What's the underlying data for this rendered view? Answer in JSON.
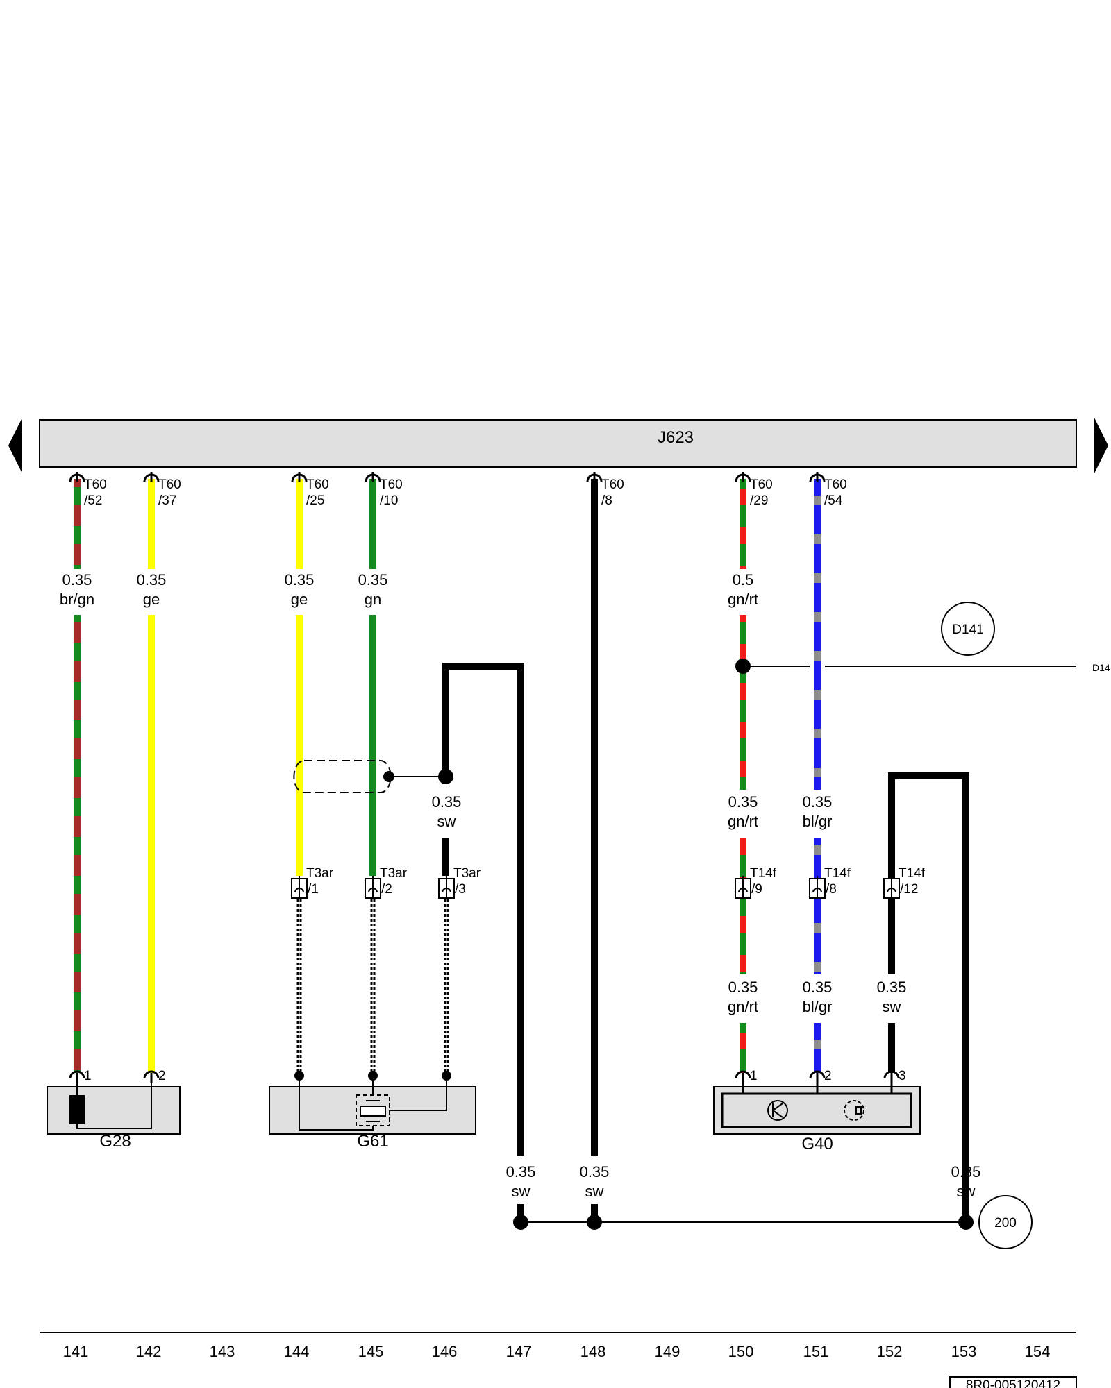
{
  "control_unit": {
    "name": "J623"
  },
  "components": {
    "g28": "G28",
    "g61": "G61",
    "g40": "G40"
  },
  "connector_pins": {
    "t60_52": [
      "T60",
      "/52"
    ],
    "t60_37": [
      "T60",
      "/37"
    ],
    "t60_25": [
      "T60",
      "/25"
    ],
    "t60_10": [
      "T60",
      "/10"
    ],
    "t60_8": [
      "T60",
      "/8"
    ],
    "t60_29": [
      "T60",
      "/29"
    ],
    "t60_54": [
      "T60",
      "/54"
    ],
    "t3ar_1": [
      "T3ar",
      "/1"
    ],
    "t3ar_2": [
      "T3ar",
      "/2"
    ],
    "t3ar_3": [
      "T3ar",
      "/3"
    ],
    "t14f_9": [
      "T14f",
      "/9"
    ],
    "t14f_8": [
      "T14f",
      "/8"
    ],
    "t14f_12": [
      "T14f",
      "/12"
    ]
  },
  "component_pins": {
    "g28_1": "1",
    "g28_2": "2",
    "g40_1": "1",
    "g40_2": "2",
    "g40_3": "3"
  },
  "wire_labels": {
    "w141_top": [
      "0.35",
      "br/gn"
    ],
    "w142_top": [
      "0.35",
      "ge"
    ],
    "w144_top": [
      "0.35",
      "ge"
    ],
    "w145_top": [
      "0.35",
      "gn"
    ],
    "w150_top": [
      "0.5",
      "gn/rt"
    ],
    "w146_mid": [
      "0.35",
      "sw"
    ],
    "w150_mid": [
      "0.35",
      "gn/rt"
    ],
    "w151_mid": [
      "0.35",
      "bl/gr"
    ],
    "w150_low": [
      "0.35",
      "gn/rt"
    ],
    "w151_low": [
      "0.35",
      "bl/gr"
    ],
    "w152_low": [
      "0.35",
      "sw"
    ],
    "w147_bot": [
      "0.35",
      "sw"
    ],
    "w148_bot": [
      "0.35",
      "sw"
    ],
    "w153_bot": [
      "0.35",
      "sw"
    ]
  },
  "references": {
    "d141_circle": "D141",
    "d141_edge": "D14",
    "ground_200": "200"
  },
  "columns": [
    "141",
    "142",
    "143",
    "144",
    "145",
    "146",
    "147",
    "148",
    "149",
    "150",
    "151",
    "152",
    "153",
    "154"
  ],
  "drawing_id": "8R0-005120412",
  "wire_colors": {
    "br": "#a52a2a",
    "gn": "#138b1e",
    "ge": "#ffff00",
    "rt": "#ee1c1c",
    "bl": "#1a1aee",
    "gr": "#8c8c8c",
    "sw": "#000000"
  }
}
